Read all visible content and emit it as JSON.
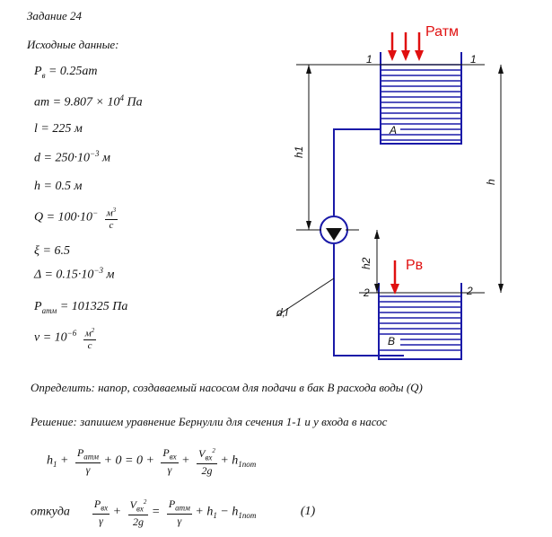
{
  "task_title": "Задание 24",
  "given_heading": "Исходные данные:",
  "given": {
    "pv": "P",
    "pv_sub": "в",
    "pv_val": " = 0.25ат",
    "at": "ат = 9.807 × 10",
    "at_exp": "4",
    "at_unit": " Па",
    "l": "l = 225 м",
    "d": "d = 250·10",
    "d_exp": "−3",
    "d_unit": "   м",
    "h": "h = 0.5   м",
    "q": "Q = 100·10",
    "q_exp": "−",
    "q_unit_num": "м",
    "q_unit_num_exp": "3",
    "q_unit_den": "с",
    "xi": "ξ = 6.5",
    "delta": "Δ = 0.15·10",
    "delta_exp": "−3",
    "delta_unit": "   м",
    "patm": "P",
    "patm_sub": "атм",
    "patm_val": " = 101325    Па",
    "nu": "ν = 10",
    "nu_exp": "−6",
    "nu_unit_num": "м",
    "nu_unit_num_exp": "2",
    "nu_unit_den": "с"
  },
  "diagram": {
    "label_patm": "Ратм",
    "label_pv": "Рв",
    "label_1_left": "1",
    "label_1_right": "1",
    "label_2_left": "2",
    "label_2_right": "2",
    "label_a": "A",
    "label_b": "B",
    "label_h1": "h1",
    "label_h2": "h2",
    "label_h": "h",
    "label_dl": "d,l",
    "arrow_color": "#e01010",
    "line_color": "#1a1aa8"
  },
  "determine": "Определить: напор, создаваемый насосом для подачи в бак B расхода воды (Q)",
  "solution": "Решение: запишем уравнение Бернулли для сечения 1-1 и у входа в насос",
  "eq1": {
    "h1": "h",
    "h1_sub": "1",
    "plus1": " + ",
    "patm_num": "P",
    "patm_num_sub": "атм",
    "gamma": "γ",
    "rest1": " + 0 = 0 + ",
    "pvx_num": "P",
    "pvx_sub": "вх",
    "plus2": " + ",
    "vvx_num": "V",
    "vvx_sub": "вх",
    "vvx_exp": "2",
    "g2": "2g",
    "plus3": " + h",
    "hpot_sub": "1пот"
  },
  "eq2": {
    "otkuda": "откуда",
    "pvx_num": "P",
    "pvx_sub": "вх",
    "gamma": "γ",
    "plus1": " + ",
    "vvx_num": "V",
    "vvx_sub": "вх",
    "vvx_exp": "2",
    "g2": "2g",
    "equals": " = ",
    "patm_num": "P",
    "patm_sub": "атм",
    "gamma2": "γ",
    "rest": " + h",
    "h1_sub": "1",
    "minus": " − h",
    "hpot_sub": "1пот",
    "eqnum": "(1)"
  }
}
